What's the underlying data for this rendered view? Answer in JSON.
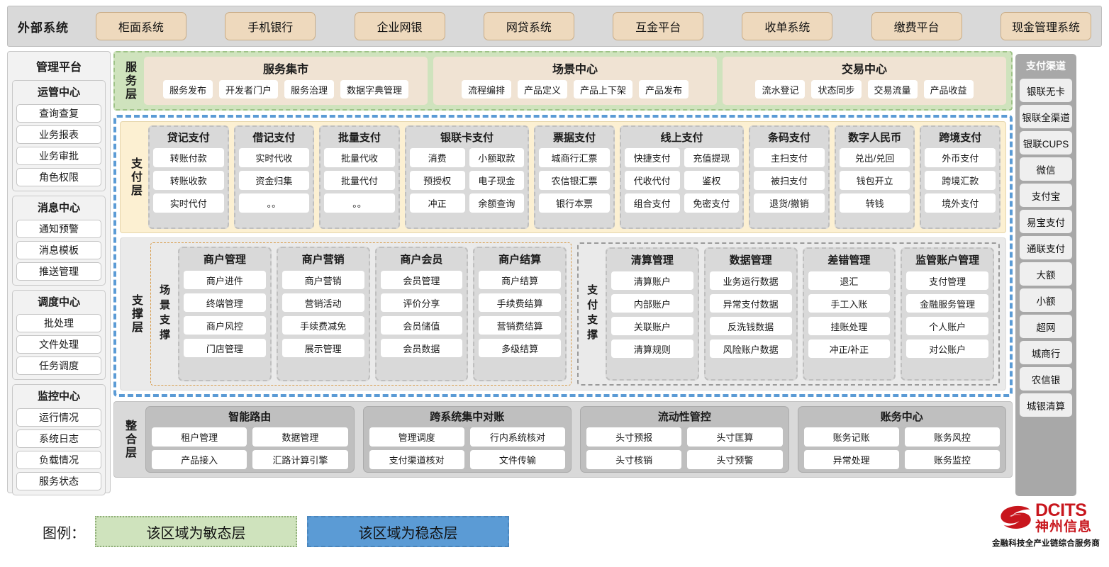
{
  "external_systems": {
    "title": "外部系统",
    "items": [
      "柜面系统",
      "手机银行",
      "企业网银",
      "网贷系统",
      "互金平台",
      "收单系统",
      "缴费平台",
      "现金管理系统"
    ]
  },
  "management_platform": {
    "title": "管理平台",
    "groups": [
      {
        "title": "运管中心",
        "items": [
          "查询查复",
          "业务报表",
          "业务审批",
          "角色权限"
        ]
      },
      {
        "title": "消息中心",
        "items": [
          "通知预警",
          "消息模板",
          "推送管理"
        ]
      },
      {
        "title": "调度中心",
        "items": [
          "批处理",
          "文件处理",
          "任务调度"
        ]
      },
      {
        "title": "监控中心",
        "items": [
          "运行情况",
          "系统日志",
          "负载情况",
          "服务状态"
        ]
      }
    ]
  },
  "payment_channels": {
    "title": "支付渠道",
    "items": [
      "银联无卡",
      "银联全渠道",
      "银联CUPS",
      "微信",
      "支付宝",
      "易宝支付",
      "通联支付",
      "大额",
      "小额",
      "超网",
      "城商行",
      "农信银",
      "城银清算"
    ]
  },
  "service_layer": {
    "label": "服务层",
    "groups": [
      {
        "title": "服务集市",
        "items": [
          "服务发布",
          "开发者门户",
          "服务治理",
          "数据字典管理"
        ]
      },
      {
        "title": "场景中心",
        "items": [
          "流程编排",
          "产品定义",
          "产品上下架",
          "产品发布"
        ]
      },
      {
        "title": "交易中心",
        "items": [
          "流水登记",
          "状态同步",
          "交易流量",
          "产品收益"
        ]
      }
    ]
  },
  "payment_layer": {
    "label": "支付层",
    "groups": [
      {
        "title": "贷记支付",
        "cols": 1,
        "items": [
          "转账付款",
          "转账收款",
          "实时代付"
        ]
      },
      {
        "title": "借记支付",
        "cols": 1,
        "items": [
          "实时代收",
          "资金归集",
          "。。"
        ]
      },
      {
        "title": "批量支付",
        "cols": 1,
        "items": [
          "批量代收",
          "批量代付",
          "。。"
        ]
      },
      {
        "title": "银联卡支付",
        "cols": 2,
        "items": [
          "消费",
          "小额取款",
          "预授权",
          "电子现金",
          "冲正",
          "余额查询"
        ]
      },
      {
        "title": "票据支付",
        "cols": 1,
        "items": [
          "城商行汇票",
          "农信银汇票",
          "银行本票"
        ]
      },
      {
        "title": "线上支付",
        "cols": 2,
        "items": [
          "快捷支付",
          "充值提现",
          "代收代付",
          "鉴权",
          "组合支付",
          "免密支付"
        ]
      },
      {
        "title": "条码支付",
        "cols": 1,
        "items": [
          "主扫支付",
          "被扫支付",
          "退货/撤销"
        ]
      },
      {
        "title": "数字人民币",
        "cols": 1,
        "items": [
          "兑出/兑回",
          "钱包开立",
          "转钱"
        ]
      },
      {
        "title": "跨境支付",
        "cols": 1,
        "items": [
          "外币支付",
          "跨境汇款",
          "境外支付"
        ]
      }
    ]
  },
  "support_layer": {
    "label": "支撑层",
    "scene": {
      "label": "场景支撑",
      "groups": [
        {
          "title": "商户管理",
          "items": [
            "商户进件",
            "终端管理",
            "商户风控",
            "门店管理"
          ]
        },
        {
          "title": "商户营销",
          "items": [
            "商户营销",
            "营销活动",
            "手续费减免",
            "展示管理"
          ]
        },
        {
          "title": "商户会员",
          "items": [
            "会员管理",
            "评价分享",
            "会员储值",
            "会员数据"
          ]
        },
        {
          "title": "商户结算",
          "items": [
            "商户结算",
            "手续费结算",
            "营销费结算",
            "多级结算"
          ]
        }
      ]
    },
    "paysup": {
      "label": "支付支撑",
      "groups": [
        {
          "title": "清算管理",
          "items": [
            "清算账户",
            "内部账户",
            "关联账户",
            "清算规则"
          ]
        },
        {
          "title": "数据管理",
          "items": [
            "业务运行数据",
            "异常支付数据",
            "反洗钱数据",
            "风险账户数据"
          ]
        },
        {
          "title": "差错管理",
          "items": [
            "退汇",
            "手工入账",
            "挂账处理",
            "冲正/补正"
          ]
        },
        {
          "title": "监管账户管理",
          "items": [
            "支付管理",
            "金融服务管理",
            "个人账户",
            "对公账户"
          ]
        }
      ]
    }
  },
  "integration_layer": {
    "label": "整合层",
    "groups": [
      {
        "title": "智能路由",
        "items": [
          "租户管理",
          "数据管理",
          "产品接入",
          "汇路计算引擎"
        ]
      },
      {
        "title": "跨系统集中对账",
        "items": [
          "管理调度",
          "行内系统核对",
          "支付渠道核对",
          "文件传输"
        ]
      },
      {
        "title": "流动性管控",
        "items": [
          "头寸预报",
          "头寸匡算",
          "头寸核销",
          "头寸预警"
        ]
      },
      {
        "title": "账务中心",
        "items": [
          "账务记账",
          "账务风控",
          "异常处理",
          "账务监控"
        ]
      }
    ]
  },
  "legend": {
    "label": "图例：",
    "agile": "该区域为敏态层",
    "stable": "该区域为稳态层",
    "agile_color": "#cfe3bd",
    "stable_color": "#5b9bd5"
  },
  "logo": {
    "en": "DCITS",
    "cn": "神州信息",
    "tagline": "金融科技全产业链综合服务商",
    "color": "#c8161d"
  }
}
